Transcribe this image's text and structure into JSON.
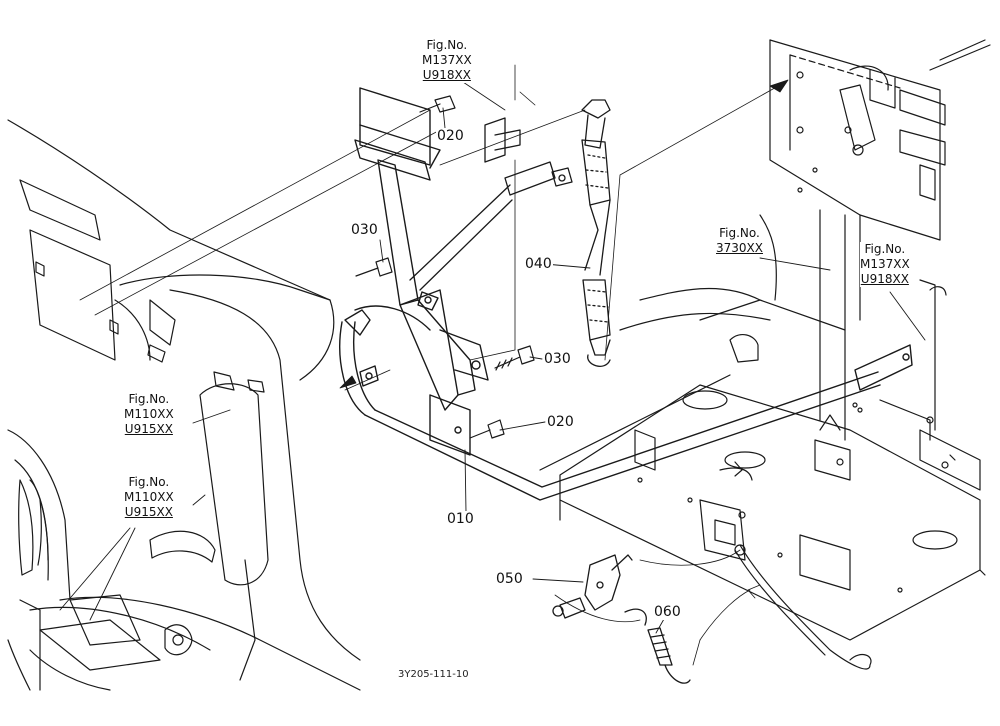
{
  "diagram_code": "3Y205-111-10",
  "parts": [
    {
      "id": "p010",
      "label": "010"
    },
    {
      "id": "p020a",
      "label": "020"
    },
    {
      "id": "p020b",
      "label": "020"
    },
    {
      "id": "p030a",
      "label": "030"
    },
    {
      "id": "p030b",
      "label": "030"
    },
    {
      "id": "p040",
      "label": "040"
    },
    {
      "id": "p050",
      "label": "050"
    },
    {
      "id": "p060",
      "label": "060"
    }
  ],
  "figure_refs": {
    "top": {
      "line1": "Fig.No.",
      "line2": "M137XX",
      "line3": "U918XX"
    },
    "right_a": {
      "line1": "Fig.No.",
      "line2": "3730XX"
    },
    "right_b": {
      "line1": "Fig.No.",
      "line2": "M137XX",
      "line3": "U918XX"
    },
    "left_a": {
      "line1": "Fig.No.",
      "line2": "M110XX",
      "line3": "U915XX"
    },
    "left_b": {
      "line1": "Fig.No.",
      "line2": "M110XX",
      "line3": "U915XX"
    }
  }
}
